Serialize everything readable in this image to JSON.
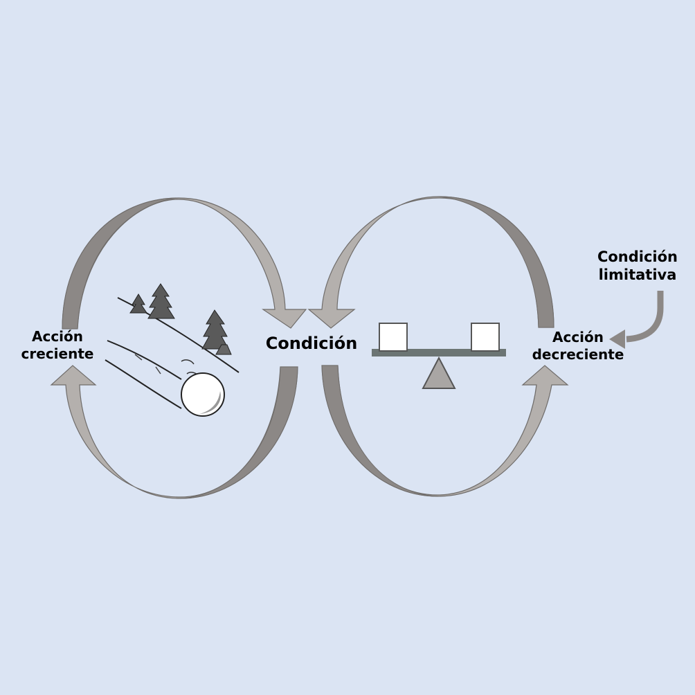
{
  "labels": {
    "accion_creciente": [
      "Acción",
      "creciente"
    ],
    "condicion": "Condición",
    "accion_decreciente": [
      "Acción",
      "decreciente"
    ],
    "condicion_limitativa": [
      "Condición",
      "limitativa"
    ]
  },
  "icons": {
    "left_loop": "snowball-rolling-downhill-icon",
    "right_loop": "balance-scale-icon",
    "limit_arrow": "curved-arrow-icon"
  },
  "colors": {
    "background": "#dbe4f3",
    "arrow_light": "#b4b0ad",
    "arrow_dark": "#8c8886",
    "arrow_stroke": "#6f6c6a",
    "scale_beam": "#6c7574",
    "scale_pivot": "#a9a6a4"
  }
}
